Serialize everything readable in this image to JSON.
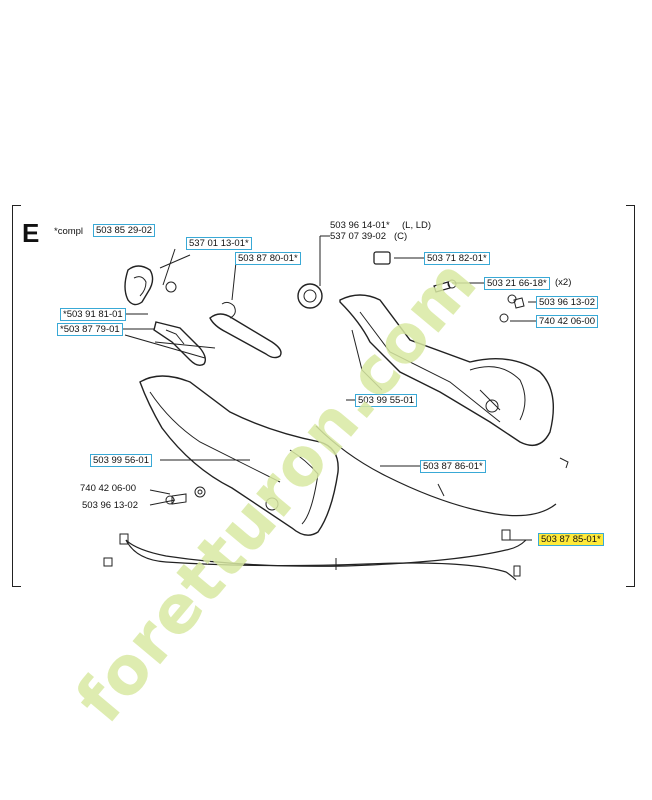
{
  "diagram": {
    "section_letter": "E",
    "compl_label": "*compl",
    "part_numbers": {
      "compl": "503 85 29-02",
      "p1": "537 01 13-01*",
      "p2": "503 87 80-01*",
      "p3a": "503 96 14-01*",
      "p3a_note": "(L, LD)",
      "p3b": "537 07 39-02",
      "p3b_note": "(C)",
      "p4": "503 71 82-01*",
      "p5": "503 21 66-18*",
      "p5_note": "(x2)",
      "p6": "503 96 13-02",
      "p7": "740 42 06-00",
      "p8": "*503 91 81-01",
      "p9": "*503 87 79-01",
      "p10": "503 99 55-01",
      "p11": "503 99 56-01",
      "p12": "503 87 86-01*",
      "p13": "740 42 06-00",
      "p14": "503 96 13-02",
      "p15": "503 87 85-01*"
    }
  },
  "watermark": {
    "text": "foretturon.com"
  }
}
